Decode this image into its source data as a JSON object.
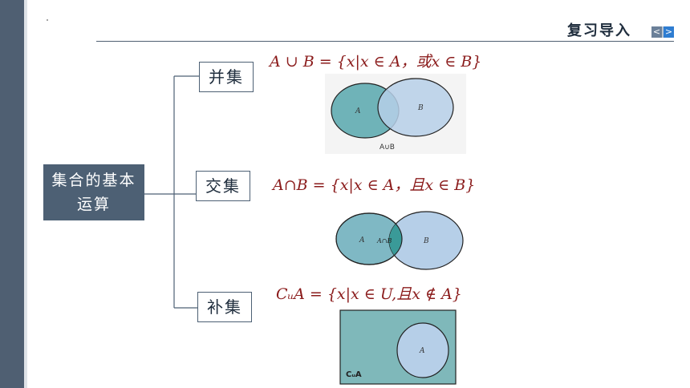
{
  "header": {
    "title": "复习导入",
    "nav_prev": "<",
    "nav_next": ">"
  },
  "root": {
    "label": "集合的基本运算"
  },
  "branches": [
    {
      "label": "并集",
      "formula": "A ∪ B = {x|x ∈ A，或x ∈ B}",
      "venn_label_a": "A",
      "venn_label_b": "B",
      "venn_caption": "A∪B"
    },
    {
      "label": "交集",
      "formula": "A∩B = {x|x ∈ A，且x ∈ B}",
      "venn_label_a": "A",
      "venn_label_b": "B",
      "venn_label_mid": "A∩B"
    },
    {
      "label": "补集",
      "formula": "CᵤA = {x|x ∈ U,且x ∉ A}",
      "venn_label_a": "A",
      "venn_caption": "CᵤA"
    }
  ],
  "colors": {
    "sidebar": "#4f5f72",
    "root_box": "#4d6074",
    "formula": "#8b1c1c",
    "set_a": "#6fb3b8",
    "set_b": "#b6cfe8",
    "universe": "#7fb8ba"
  }
}
